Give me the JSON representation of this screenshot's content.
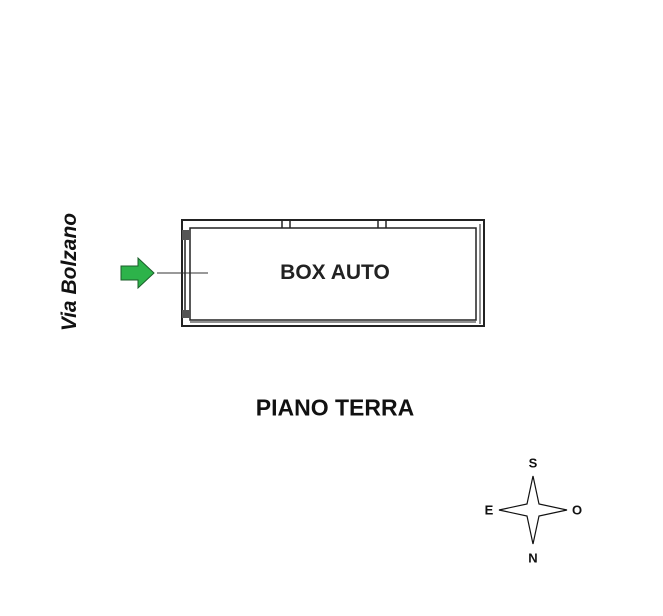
{
  "plan": {
    "street": "Via Bolzano",
    "room": "BOX AUTO",
    "floor": "PIANO TERRA"
  },
  "compass": {
    "top": "S",
    "bottom": "N",
    "left": "E",
    "right": "O"
  },
  "colors": {
    "entrance_arrow": "#2db34a",
    "walls": "#222222"
  },
  "icons": {
    "entrance": "entrance-arrow-icon",
    "compass": "compass-rose-icon"
  }
}
